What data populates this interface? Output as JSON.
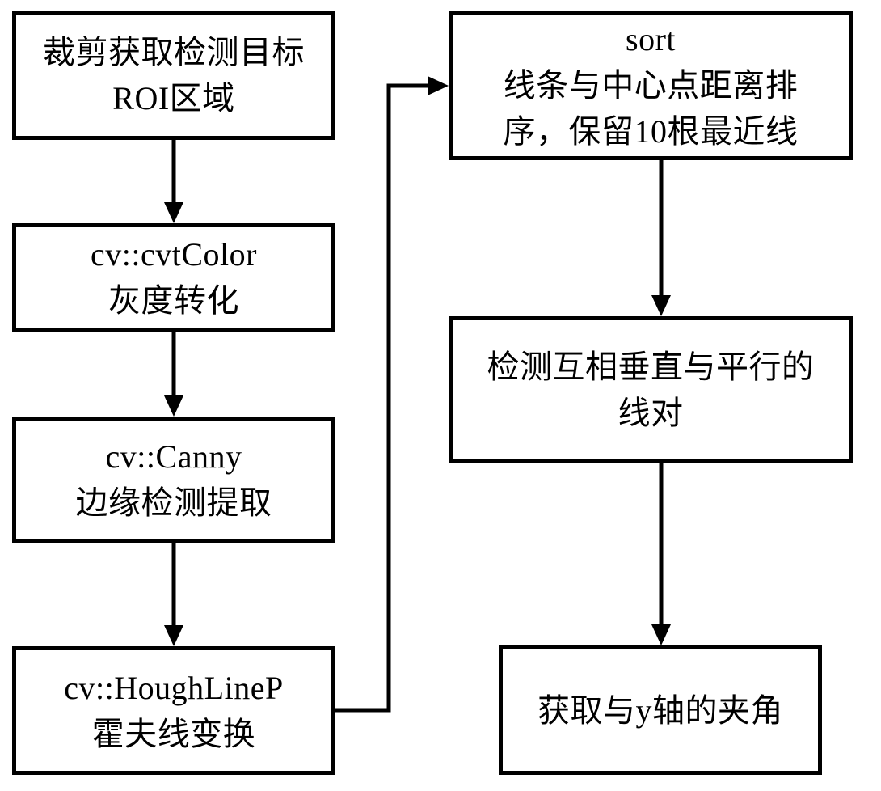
{
  "diagram": {
    "nodes": [
      {
        "id": "crop",
        "lines": [
          "裁剪获取检测目标",
          "ROI区域"
        ]
      },
      {
        "id": "gray",
        "lines": [
          "cv::cvtColor",
          "灰度转化"
        ]
      },
      {
        "id": "canny",
        "lines": [
          "cv::Canny",
          "边缘检测提取"
        ]
      },
      {
        "id": "hough",
        "lines": [
          "cv::HoughLineP",
          "霍夫线变换"
        ]
      },
      {
        "id": "sort",
        "lines": [
          "sort",
          "线条与中心点距离排",
          "序，保留10根最近线"
        ]
      },
      {
        "id": "pairs",
        "lines": [
          "检测互相垂直与平行的",
          "线对"
        ]
      },
      {
        "id": "angle",
        "lines": [
          "获取与y轴的夹角"
        ]
      }
    ],
    "edges": [
      {
        "from": "crop",
        "to": "gray"
      },
      {
        "from": "gray",
        "to": "canny"
      },
      {
        "from": "canny",
        "to": "hough"
      },
      {
        "from": "hough",
        "to": "sort"
      },
      {
        "from": "sort",
        "to": "pairs"
      },
      {
        "from": "pairs",
        "to": "angle"
      }
    ],
    "colors": {
      "stroke": "#000000",
      "fill": "#ffffff",
      "text": "#000000"
    }
  }
}
